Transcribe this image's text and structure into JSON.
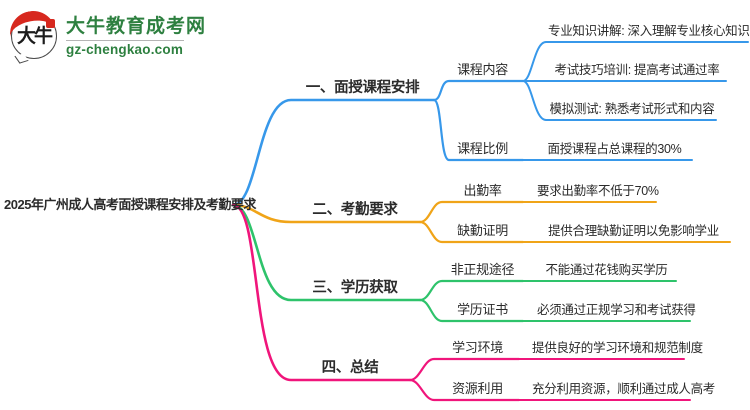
{
  "site": {
    "name": "大牛教育成考网",
    "url": "gz-chengkao.com",
    "logo_text": "大牛"
  },
  "root": {
    "label": "2025年广州成人高考面授课程安排及考勤要求"
  },
  "colors": {
    "branch1": "#3798EA",
    "branch2": "#F0A418",
    "branch3": "#2EC36B",
    "branch4": "#F0157B",
    "brand_green": "#2E8040",
    "brand_red": "#D7281E",
    "text": "#2B2B2B"
  },
  "branches": [
    {
      "label": "一、面授课程安排",
      "children": [
        {
          "label": "课程内容",
          "children": [
            "专业知识讲解: 深入理解专业核心知识",
            "考试技巧培训: 提高考试通过率",
            "模拟测试: 熟悉考试形式和内容"
          ]
        },
        {
          "label": "课程比例",
          "children": [
            "面授课程占总课程的30%"
          ]
        }
      ]
    },
    {
      "label": "二、考勤要求",
      "children": [
        {
          "label": "出勤率",
          "children": [
            "要求出勤率不低于70%"
          ]
        },
        {
          "label": "缺勤证明",
          "children": [
            "提供合理缺勤证明以免影响学业"
          ]
        }
      ]
    },
    {
      "label": "三、学历获取",
      "children": [
        {
          "label": "非正规途径",
          "children": [
            "不能通过花钱购买学历"
          ]
        },
        {
          "label": "学历证书",
          "children": [
            "必须通过正规学习和考试获得"
          ]
        }
      ]
    },
    {
      "label": "四、总结",
      "children": [
        {
          "label": "学习环境",
          "children": [
            "提供良好的学习环境和规范制度"
          ]
        },
        {
          "label": "资源利用",
          "children": [
            "充分利用资源，顺利通过成人高考"
          ]
        }
      ]
    }
  ]
}
